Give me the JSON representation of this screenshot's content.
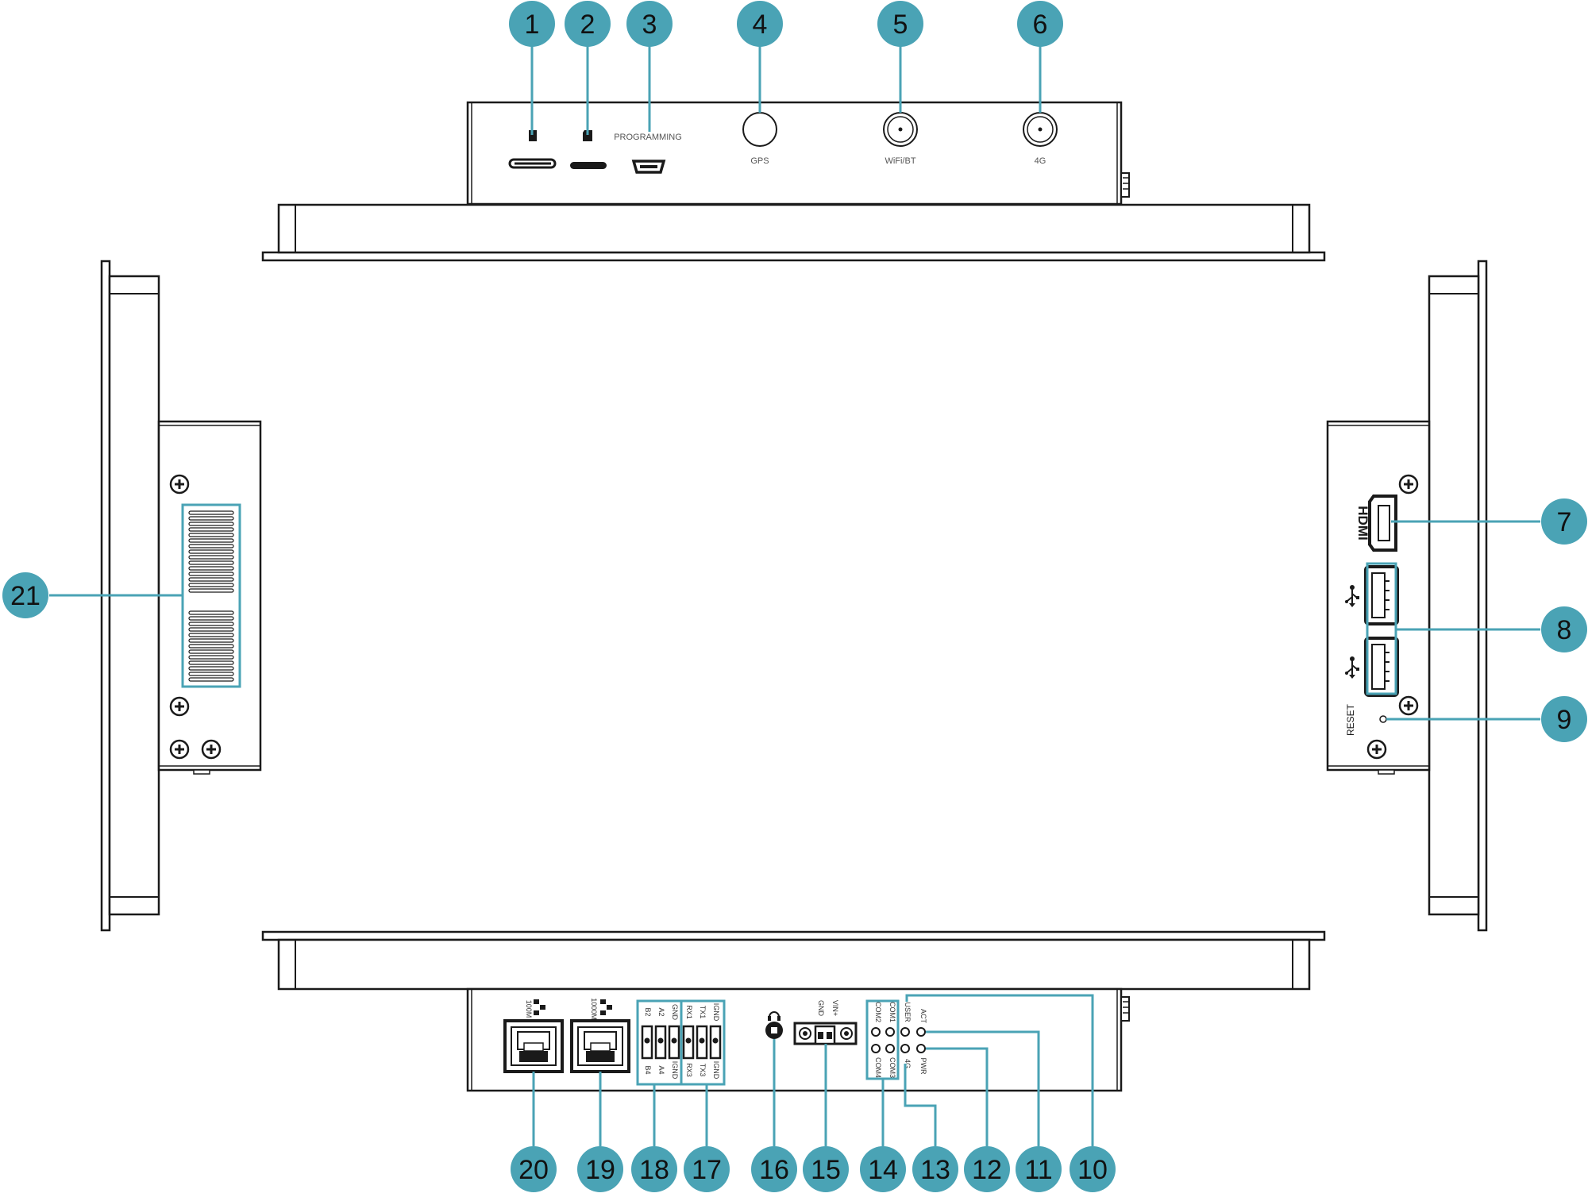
{
  "top_panel": {
    "programming": "PROGRAMMING",
    "gps": "GPS",
    "wifi_bt": "WiFi/BT",
    "lte": "4G"
  },
  "right_panel": {
    "hdmi": "HDMI",
    "reset": "RESET"
  },
  "bottom_panel": {
    "lan1": "100M",
    "lan2": "1000M",
    "tb18_top": [
      "B2",
      "A2",
      "GND"
    ],
    "tb18_bottom": [
      "B4",
      "A4",
      "IGND"
    ],
    "tb17_top": [
      "RX1",
      "TX1",
      "IGND"
    ],
    "tb17_bottom": [
      "RX3",
      "TX3",
      "IGND"
    ],
    "power_left": "GND",
    "power_right": "VIN+",
    "leds_col1": [
      "COM2",
      "COM4"
    ],
    "leds_col2": [
      "COM1",
      "COM3"
    ],
    "leds_col3": [
      "USER",
      "4G"
    ],
    "leds_col4": [
      "ACT",
      "PWR"
    ]
  },
  "callouts": {
    "n1": "1",
    "n2": "2",
    "n3": "3",
    "n4": "4",
    "n5": "5",
    "n6": "6",
    "n7": "7",
    "n8": "8",
    "n9": "9",
    "n10": "10",
    "n11": "11",
    "n12": "12",
    "n13": "13",
    "n14": "14",
    "n15": "15",
    "n16": "16",
    "n17": "17",
    "n18": "18",
    "n19": "19",
    "n20": "20",
    "n21": "21"
  },
  "colors": {
    "callout_fill": "#4aa3b5",
    "outline": "#1a1a1a",
    "highlight": "#4aa3b5"
  }
}
